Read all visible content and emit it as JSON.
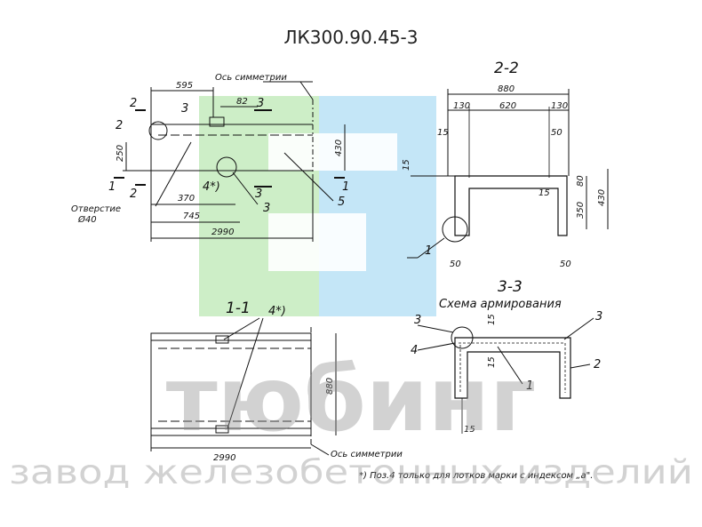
{
  "title": "ЛК300.90.45-3",
  "watermark": {
    "line1": "тюбинг",
    "line2": "завод железобетонных изделий",
    "color_green": "#cdeec7",
    "color_blue": "#c4e6f7"
  },
  "plan": {
    "axis_label": "Ось симметрии",
    "hole_label_1": "Отверстие",
    "hole_label_2": "Ø40",
    "dims": {
      "d595": "595",
      "d82": "82",
      "d250": "250",
      "d370": "370",
      "d745": "745",
      "d2990": "2990",
      "d430": "430"
    },
    "callouts": {
      "c2a": "2",
      "c2b": "2",
      "c2c": "2",
      "c3a": "3",
      "c3b": "3",
      "c3c": "3",
      "c3d": "3",
      "c1a": "1",
      "c1b": "1",
      "c4": "4*)",
      "c5": "5"
    }
  },
  "section22": {
    "label": "2-2",
    "dims": {
      "d880": "880",
      "d130a": "130",
      "d620": "620",
      "d130b": "130",
      "d15a": "15",
      "d50a": "50",
      "d15b": "15",
      "d15c": "15",
      "d80": "80",
      "d350": "350",
      "d430": "430",
      "d50b": "50",
      "d50c": "50"
    },
    "callout": "1"
  },
  "section11": {
    "label": "1-1",
    "callout": "4*)",
    "dims": {
      "d880": "880",
      "d2990": "2990"
    },
    "axis_label": "Ось симметрии"
  },
  "section33": {
    "label": "3-3",
    "subtitle": "Схема армирования",
    "callouts": {
      "c3a": "3",
      "c3b": "3",
      "c4": "4",
      "c1": "1",
      "c2": "2"
    },
    "dims": {
      "d15a": "15",
      "d15b": "15",
      "d15c": "15"
    }
  },
  "footnote": "*) Поз.4 только для лотков марки с индексом „а\"."
}
